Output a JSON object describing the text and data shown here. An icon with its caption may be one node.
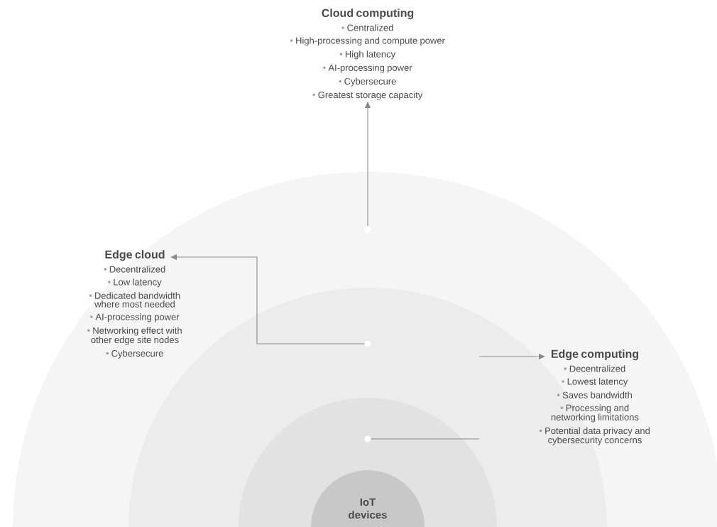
{
  "diagram": {
    "nodes": [
      {
        "text": [
          "Cloud computing",
          "Centralized",
          "High-processing and compute power",
          "High latency",
          "AI-processing power",
          "Cybersecure",
          "Greatest storage capacity"
        ]
      },
      {
        "text": [
          "Edge cloud",
          "Decentralized",
          "Low latency",
          "Dedicated bandwidth where most needed",
          "AI-processing power",
          "Networking effect with other edge site nodes",
          "Cybersecure"
        ]
      },
      {
        "text": [
          "Edge computing",
          "Decentralized",
          "Lowest latency",
          "Saves bandwidth",
          "Processing and networking limitations",
          "Potential data privacy and cybersecurity concerns"
        ]
      },
      {
        "text": [
          "IoT devices"
        ]
      },
      {
        "text": [],
        "shape": "circle"
      },
      {
        "text": [],
        "shape": "circle"
      },
      {
        "text": [],
        "shape": "circle"
      }
    ],
    "edges": [
      {
        "from": 4,
        "to": 0,
        "arrow": "to"
      },
      {
        "from": 5,
        "to": 1,
        "arrow": "to"
      },
      {
        "from": 6,
        "to": null,
        "arrow": "none"
      },
      {
        "from": null,
        "to": 2,
        "arrow": "to"
      }
    ]
  }
}
